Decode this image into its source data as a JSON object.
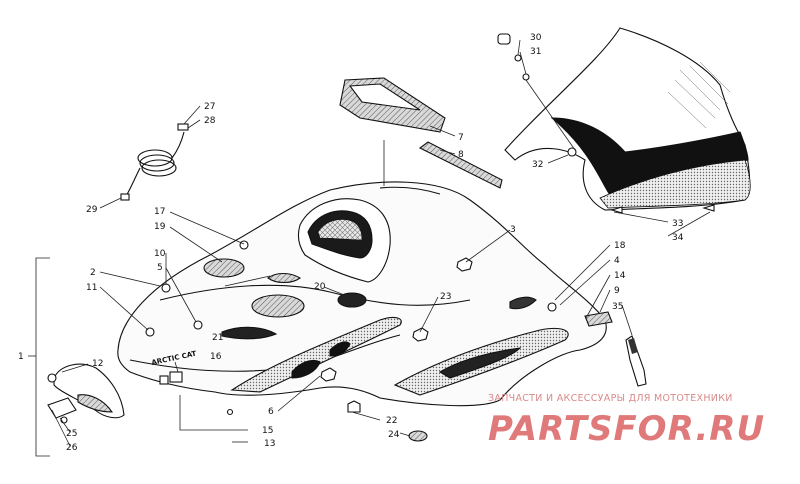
{
  "brand_decal": "ARCTIC CAT",
  "callouts": [
    "1",
    "2",
    "3",
    "4",
    "5",
    "6",
    "7",
    "8",
    "9",
    "10",
    "11",
    "12",
    "13",
    "14",
    "15",
    "16",
    "17",
    "18",
    "19",
    "20",
    "21",
    "22",
    "23",
    "24",
    "25",
    "26",
    "27",
    "28",
    "29",
    "30",
    "31",
    "32",
    "33",
    "34",
    "35"
  ],
  "watermark": {
    "tagline": "ЗАПЧАСТИ И АКСЕССУАРЫ ДЛЯ МОТОТЕХНИКИ",
    "site": "PARTSFOR.RU",
    "color": "#e07a7a"
  }
}
